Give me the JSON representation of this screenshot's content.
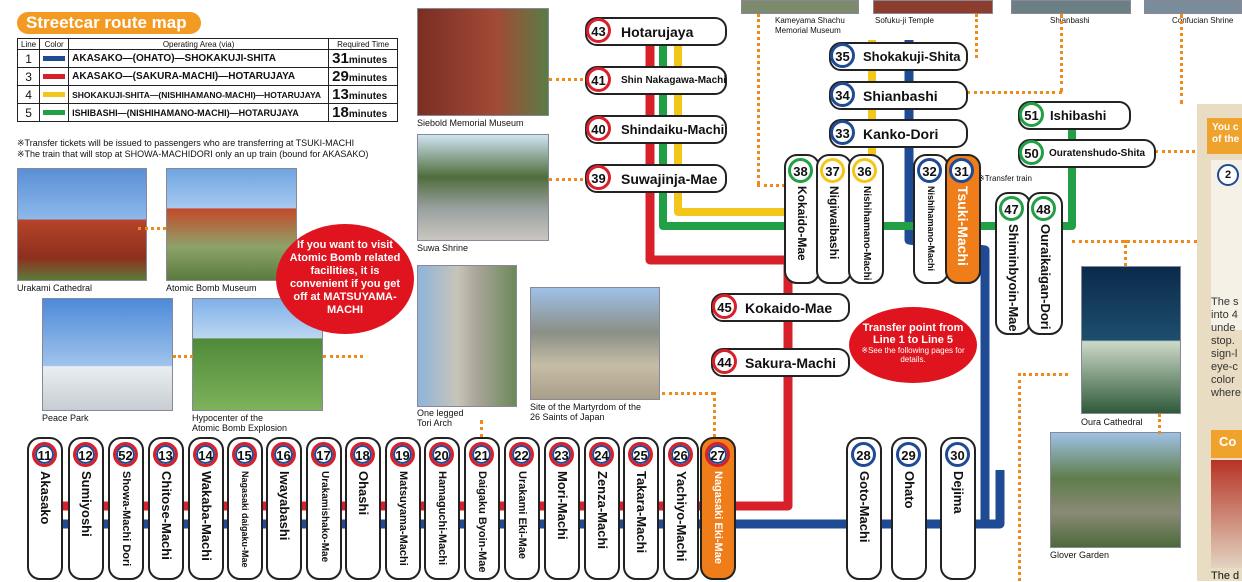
{
  "title": "Streetcar route map",
  "table": {
    "headers": [
      "Line",
      "Color",
      "Operating Area (via)",
      "Required Time"
    ],
    "rows": [
      {
        "line": "1",
        "color": "#1f4b94",
        "area": "AKASAKO—(OHATO)—SHOKAKUJI-SHITA",
        "time": "31",
        "unit": "minutes"
      },
      {
        "line": "3",
        "color": "#d8202a",
        "area": "AKASAKO—(SAKURA-MACHI)—HOTARUJAYA",
        "time": "29",
        "unit": "minutes"
      },
      {
        "line": "4",
        "color": "#f5c61a",
        "area": "SHOKAKUJI-SHITA—(NISHIHAMANO-MACHI)—HOTARUJAYA",
        "time": "13",
        "unit": "minutes"
      },
      {
        "line": "5",
        "color": "#21a045",
        "area": "ISHIBASHI—(NISHIHAMANO-MACHI)—HOTARUJAYA",
        "time": "18",
        "unit": "minutes"
      }
    ]
  },
  "notes": [
    "※Transfer tickets will be issued to passengers who are transferring at TSUKI-MACHI",
    "※The train that will stop at SHOWA-MACHIDORI only an up train (bound for AKASAKO)"
  ],
  "captions": {
    "urakami": "Urakami Cathedral",
    "bomb_museum": "Atomic Bomb Museum",
    "peace_park": "Peace Park",
    "hypocenter": "Hypocenter of the\nAtomic Bomb Explosion",
    "siebold": "Siebold Memorial Museum",
    "suwa": "Suwa Shrine",
    "tori": "One legged\nTori Arch",
    "martyrdom": "Site of the Martyrdom of the\n26 Saints of Japan",
    "kameyama": "Kameyama Shachu\nMemorial Museum",
    "sofukuji": "Sofuku-ji Temple",
    "shianbashi": "Shianbashi",
    "confucian": "Confucian Shrine",
    "oura": "Oura Cathedral",
    "glover": "Glover Garden"
  },
  "callout_bomb": "If you want to visit Atomic Bomb related facilities, it is convenient if you get off at MATSUYAMA-MACHI",
  "callout_transfer": {
    "main": "Transfer point from Line 1 to Line 5",
    "sub": "※See the following pages for details."
  },
  "transfer_train": "※Transfer train",
  "horizontal_stations": [
    {
      "num": "43",
      "name": "Hotarujaya"
    },
    {
      "num": "41",
      "name": "Shin Nakagawa-Machi"
    },
    {
      "num": "40",
      "name": "Shindaiku-Machi"
    },
    {
      "num": "39",
      "name": "Suwajinja-Mae"
    },
    {
      "num": "35",
      "name": "Shokakuji-Shita"
    },
    {
      "num": "34",
      "name": "Shianbashi"
    },
    {
      "num": "33",
      "name": "Kanko-Dori"
    },
    {
      "num": "51",
      "name": "Ishibashi"
    },
    {
      "num": "50",
      "name": "Ouratenshudo-Shita"
    },
    {
      "num": "45",
      "name": "Kokaido-Mae"
    },
    {
      "num": "44",
      "name": "Sakura-Machi"
    }
  ],
  "mid_stations": [
    {
      "num": "38",
      "name": "Kokaido-Mae"
    },
    {
      "num": "37",
      "name": "Nigiwaibashi"
    },
    {
      "num": "36",
      "name": "Nishihamano-Machi"
    },
    {
      "num": "32",
      "name": "Nishihamano-Machi"
    },
    {
      "num": "31",
      "name": "Tsuki-Machi"
    },
    {
      "num": "47",
      "name": "Shiminbyoin-Mae"
    },
    {
      "num": "48",
      "name": "Ouraikaigan-Dori"
    }
  ],
  "bottom_stations": [
    {
      "num": "11",
      "name": "Akasako"
    },
    {
      "num": "12",
      "name": "Sumiyoshi"
    },
    {
      "num": "52",
      "name": "Showa-Machi Dori"
    },
    {
      "num": "13",
      "name": "Chitose-Machi"
    },
    {
      "num": "14",
      "name": "Wakaba-Machi"
    },
    {
      "num": "15",
      "name": "Nagasaki daigaku-Mae"
    },
    {
      "num": "16",
      "name": "Iwayabashi"
    },
    {
      "num": "17",
      "name": "Urakamishako-Mae"
    },
    {
      "num": "18",
      "name": "Ohashi"
    },
    {
      "num": "19",
      "name": "Matsuyama-Machi"
    },
    {
      "num": "20",
      "name": "Hamaguchi-Machi"
    },
    {
      "num": "21",
      "name": "Daigaku Byoin-Mae"
    },
    {
      "num": "22",
      "name": "Urakami Eki-Mae"
    },
    {
      "num": "23",
      "name": "Mori-Machi"
    },
    {
      "num": "24",
      "name": "Zenza-Machi"
    },
    {
      "num": "25",
      "name": "Takara-Machi"
    },
    {
      "num": "26",
      "name": "Yachiyo-Machi"
    },
    {
      "num": "27",
      "name": "Nagasaki Eki-Mae"
    },
    {
      "num": "28",
      "name": "Goto-Machi"
    },
    {
      "num": "29",
      "name": "Ohato"
    },
    {
      "num": "30",
      "name": "Dejima"
    }
  ],
  "right_panel": {
    "top_text": "You c\nof the",
    "body_text": "The s\ninto 4\nunde\nstop.\nsign-l\neye-c\ncolor\nwhere",
    "co_label": "Co",
    "partial_num": "2",
    "bottom_text": "The d"
  }
}
